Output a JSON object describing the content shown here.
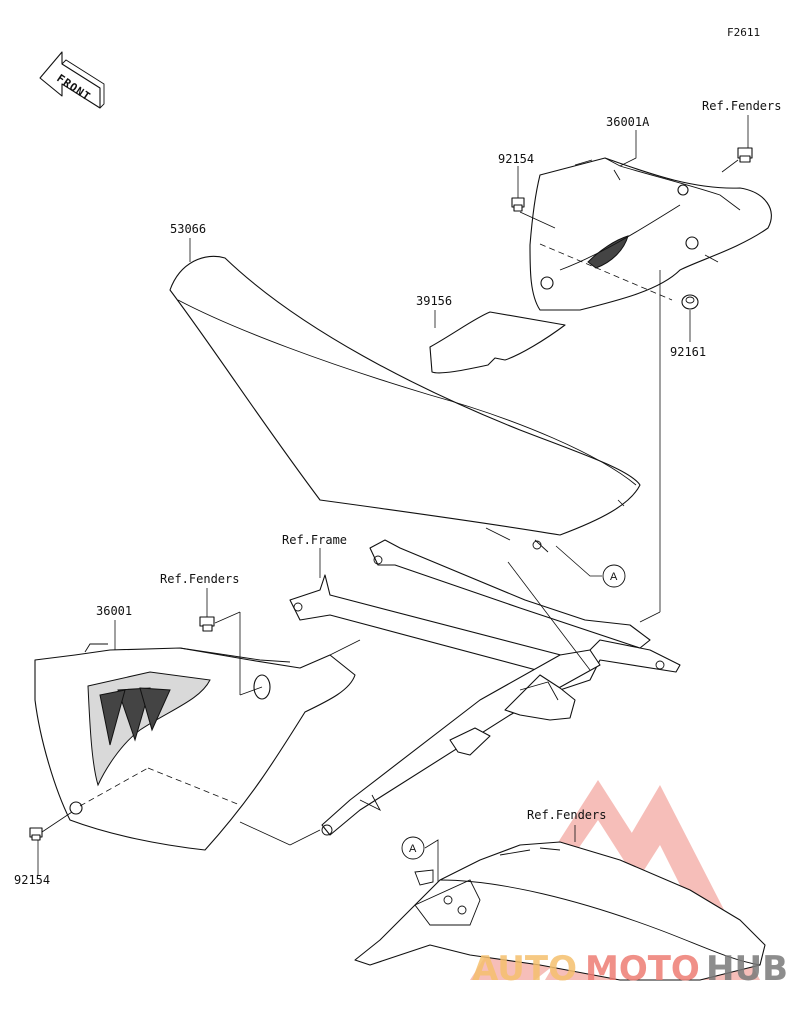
{
  "figure_code": "F2611",
  "direction_label": "FRONT",
  "callouts": {
    "a_label": "A"
  },
  "parts": {
    "seat": "53066",
    "seat_cover_pad": "39156",
    "right_side_cover": "36001A",
    "left_side_cover": "36001",
    "bolt_right": "92154",
    "bolt_left": "92154",
    "damper": "92161"
  },
  "references": {
    "fenders_top": "Ref.Fenders",
    "fenders_left": "Ref.Fenders",
    "fenders_bottom": "Ref.Fenders",
    "frame": "Ref.Frame"
  },
  "watermark": {
    "part1": "AUTO",
    "part2": "MOTO",
    "part3": "HUB",
    "color1": "#f5c06e",
    "color2": "#ee7d74",
    "color3": "#7a7a7a"
  }
}
